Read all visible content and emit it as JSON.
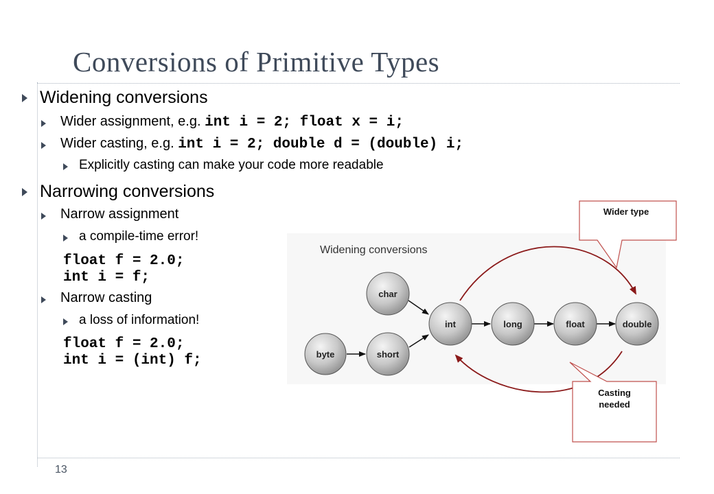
{
  "slide": {
    "title": "Conversions  of Primitive Types",
    "page_number": "13"
  },
  "widening": {
    "heading": "Widening conversions",
    "assignment_label": "Wider assignment, e.g. ",
    "assignment_code": "int i = 2; float x = i;",
    "casting_label": "Wider casting, e.g. ",
    "casting_code": "int i = 2; double d = (double) i;",
    "casting_note": "Explicitly casting can make your code more readable"
  },
  "narrowing": {
    "heading": "Narrowing conversions",
    "assignment_label": "Narrow  assignment",
    "assignment_note": "a compile-time error!",
    "assignment_code_1": "float f = 2.0;",
    "assignment_code_2": "int i = f;",
    "casting_label": "Narrow  casting",
    "casting_note": "a loss of information!",
    "casting_code_1": "float f = 2.0;",
    "casting_code_2": "int i = (int) f;"
  },
  "diagram": {
    "title": "Widening conversions",
    "nodes": {
      "char": "char",
      "byte": "byte",
      "short": "short",
      "int": "int",
      "long": "long",
      "float": "float",
      "double": "double"
    },
    "callout_wider": "Wider type",
    "callout_casting_1": "Casting",
    "callout_casting_2": "needed",
    "colors": {
      "node_fill": "#c8c8c8",
      "curve": "#8b1a1a",
      "callout_border": "#c0504d"
    }
  }
}
